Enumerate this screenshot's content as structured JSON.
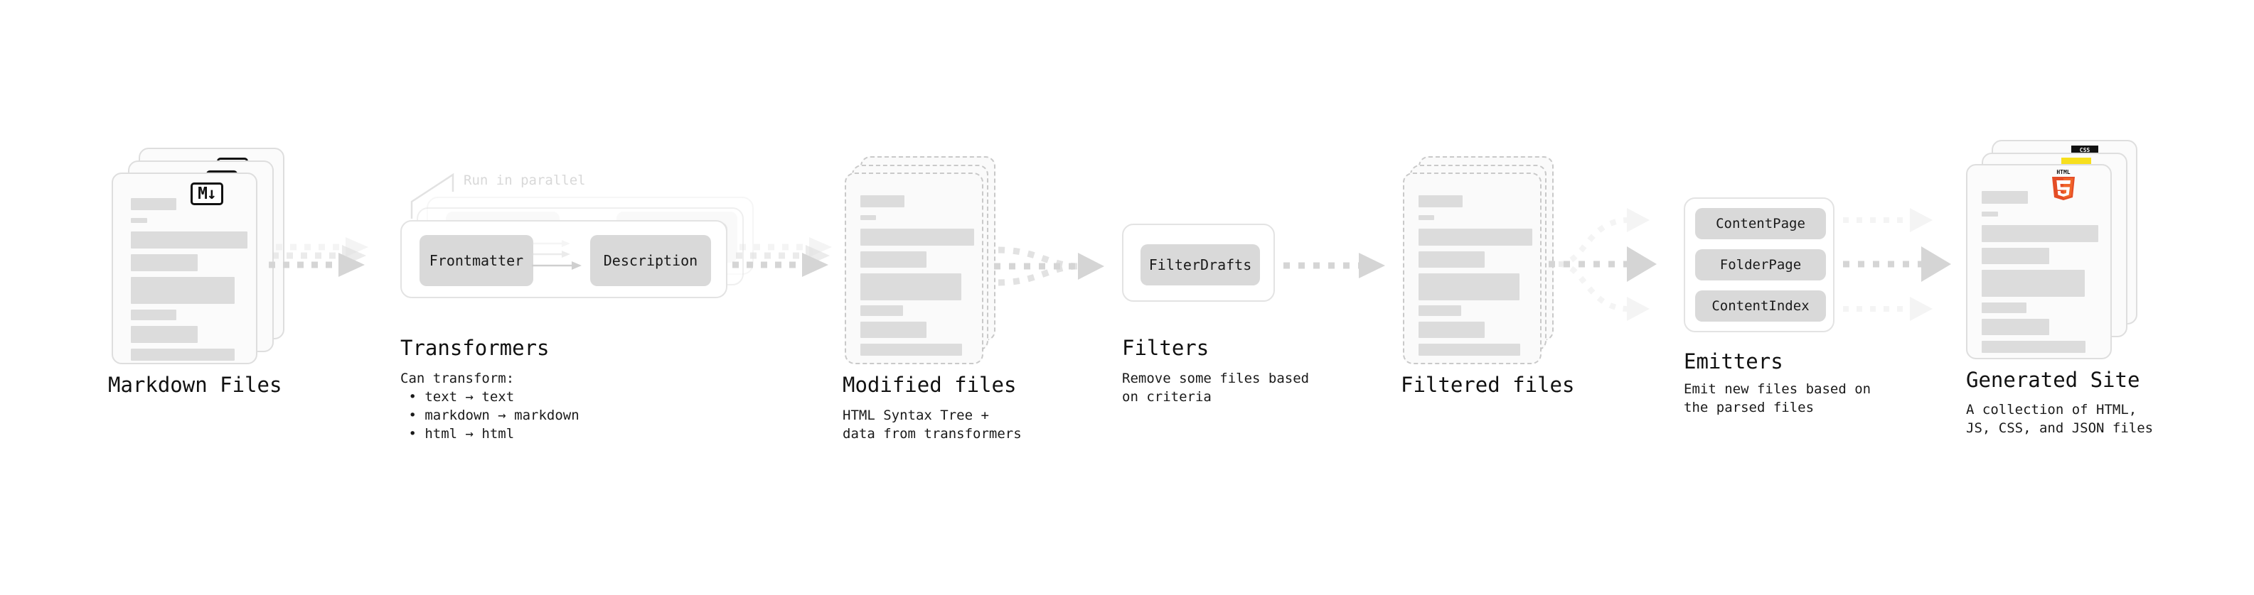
{
  "diagram": {
    "type": "pipeline-flow",
    "orientation": "left-to-right",
    "stages": [
      {
        "id": "markdown-files",
        "title": "Markdown Files",
        "subtitle": "",
        "visual": "stacked-file-cards",
        "badge": "markdown-logo",
        "badge_text": "M↓"
      },
      {
        "id": "transformers",
        "title": "Transformers",
        "subtitle": "Can transform:\n • text → text\n • markdown → markdown\n • html → html",
        "visual": "stacked-group-boxes",
        "annotation": "Run in parallel",
        "items": [
          "Frontmatter",
          "Description"
        ]
      },
      {
        "id": "modified-files",
        "title": "Modified files",
        "subtitle": "HTML Syntax Tree +\ndata from transformers",
        "visual": "dashed-file-cards"
      },
      {
        "id": "filters",
        "title": "Filters",
        "subtitle": "Remove some files based\non criteria",
        "visual": "group-box",
        "items": [
          "FilterDrafts"
        ]
      },
      {
        "id": "filtered-files",
        "title": "Filtered files",
        "subtitle": "",
        "visual": "dashed-file-cards"
      },
      {
        "id": "emitters",
        "title": "Emitters",
        "subtitle": "Emit new files based on\nthe parsed files",
        "visual": "group-box",
        "items": [
          "ContentPage",
          "FolderPage",
          "ContentIndex"
        ]
      },
      {
        "id": "generated-site",
        "title": "Generated Site",
        "subtitle": "A collection of HTML,\nJS, CSS, and JSON files",
        "visual": "stacked-file-cards",
        "badges": [
          "html5-logo",
          "js-logo",
          "css-logo"
        ]
      }
    ],
    "connectors": [
      {
        "from": "markdown-files",
        "to": "transformers",
        "style": "dotted-arrow",
        "count": 3
      },
      {
        "from": "transformers",
        "to": "modified-files",
        "style": "dotted-arrow",
        "count": 3
      },
      {
        "from": "modified-files",
        "to": "filters",
        "style": "dotted-arrow-merge",
        "count": 2
      },
      {
        "from": "filters",
        "to": "filtered-files",
        "style": "dotted-arrow",
        "count": 1
      },
      {
        "from": "filtered-files",
        "to": "emitters",
        "style": "dotted-arrow-fanout",
        "count": 3
      },
      {
        "from": "emitters",
        "to": "generated-site",
        "style": "dotted-arrow",
        "count": 3
      }
    ],
    "colors": {
      "background": "#ffffff",
      "card_fill": "#fbfbfb",
      "card_border": "#dedede",
      "content_bar": "#dcdcdc",
      "pill_fill": "#d9d9d9",
      "arrow": "#d5d5d5",
      "text": "#1a1a1a",
      "muted_text": "#d8d8d8",
      "html5": "#e44d26",
      "js": "#f7df1e",
      "css": "#264de4"
    }
  },
  "labels": {
    "markdown_badge": "M↓",
    "html5_badge": "HTML",
    "html5_digit": "5",
    "css_badge": "CSS"
  }
}
